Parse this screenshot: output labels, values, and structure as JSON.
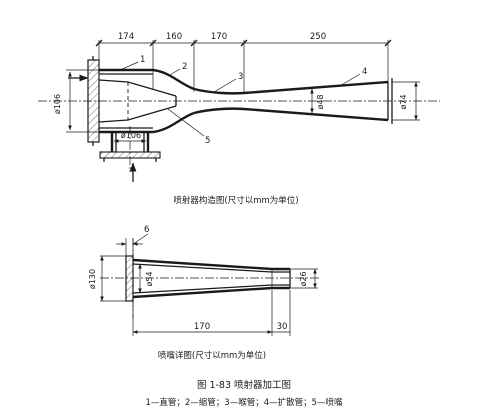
{
  "top_view": {
    "dims": {
      "d1": "174",
      "d2": "160",
      "d3": "170",
      "d4": "250"
    },
    "diameters": {
      "inlet": "ø106",
      "throat": "ø48",
      "outlet": "ø74",
      "side_pipe": "ø106"
    },
    "callouts": {
      "c1": "1",
      "c2": "2",
      "c3": "3",
      "c4": "4",
      "c5": "5"
    },
    "caption": "喷射器构造图(尺寸以mm为单位)"
  },
  "nozzle_view": {
    "dims": {
      "lip": "6",
      "length": "170",
      "tip": "30"
    },
    "diameters": {
      "flange": "ø130",
      "bore": "ø54",
      "tip": "ø26"
    },
    "caption": "喷嘴详图(尺寸以mm为单位)"
  },
  "figure": {
    "title": "图 1-83   喷射器加工图",
    "legend": "1—直管；2—缩管；3—喉管；4—扩散管；5—喷嘴"
  }
}
